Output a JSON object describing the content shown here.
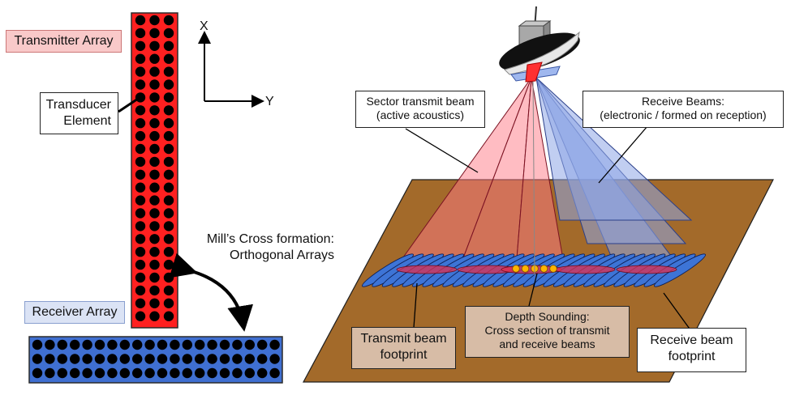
{
  "labels": {
    "transmitter_array": "Transmitter Array",
    "receiver_array": "Receiver Array",
    "transducer_element": [
      "Transducer",
      "Element"
    ],
    "axis_x": "X",
    "axis_y": "Y",
    "mills_cross": [
      "Mill’s Cross formation:",
      "Orthogonal Arrays"
    ],
    "sector_transmit_beam": [
      "Sector transmit beam",
      "(active acoustics)"
    ],
    "receive_beams": [
      "Receive Beams:",
      "(electronic / formed on reception)"
    ],
    "depth_sounding": [
      "Depth Sounding:",
      "Cross section of transmit",
      "and receive beams"
    ],
    "transmit_beam_footprint": [
      "Transmit beam",
      "footprint"
    ],
    "receive_beam_footprint": [
      "Receive beam",
      "footprint"
    ]
  },
  "colors": {
    "transmitter_fill": "#ff2020",
    "transmitter_label_bg": "#f9c9c9",
    "receiver_fill": "#3f6fd1",
    "receiver_label_bg": "#dbe3f5",
    "element_dot": "#000000",
    "seafloor": "#a36a2a",
    "transmit_beam": "#ff7a86",
    "receive_beam": "#8ea6e6",
    "receive_footprint": "#3d74d6",
    "transmit_footprint": "#e0304f",
    "sounding_dot": "#ffb400",
    "callout_bg_brown": "#d7bca6"
  },
  "icons": {
    "ship": "vessel-icon",
    "curved_arrow": "double-headed-curved-arrow-icon"
  },
  "transmitter_grid": {
    "rows": 24,
    "cols": 3
  },
  "receiver_grid": {
    "rows": 3,
    "cols": 20
  },
  "receive_footprint_count": 30,
  "transmit_footprint_count": 5,
  "depth_sounding_count": 5
}
